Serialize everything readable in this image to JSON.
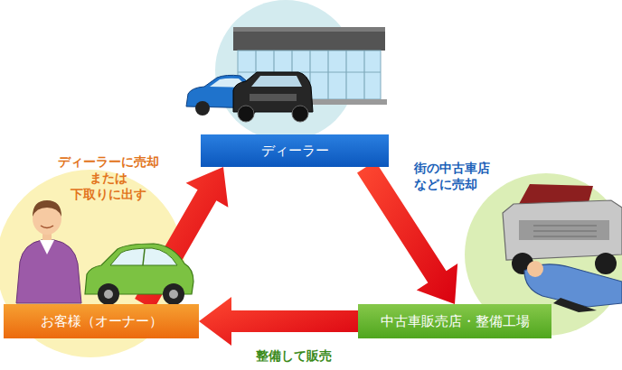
{
  "diagram": {
    "nodes": [
      {
        "text": [
          "ディーラー"
        ]
      },
      {
        "text": [
          "お客様（オーナー）"
        ]
      },
      {
        "text": [
          "中古車販売店・整備工場"
        ]
      }
    ],
    "edges": [
      {
        "from": 1,
        "to": 0,
        "arrow": "to",
        "label": "ディーラーに売却 または 下取りに出す"
      },
      {
        "from": 0,
        "to": 2,
        "arrow": "to",
        "label": "街の中古車店 などに売却"
      },
      {
        "from": 2,
        "to": 1,
        "arrow": "to",
        "label": "整備して販売"
      }
    ]
  }
}
